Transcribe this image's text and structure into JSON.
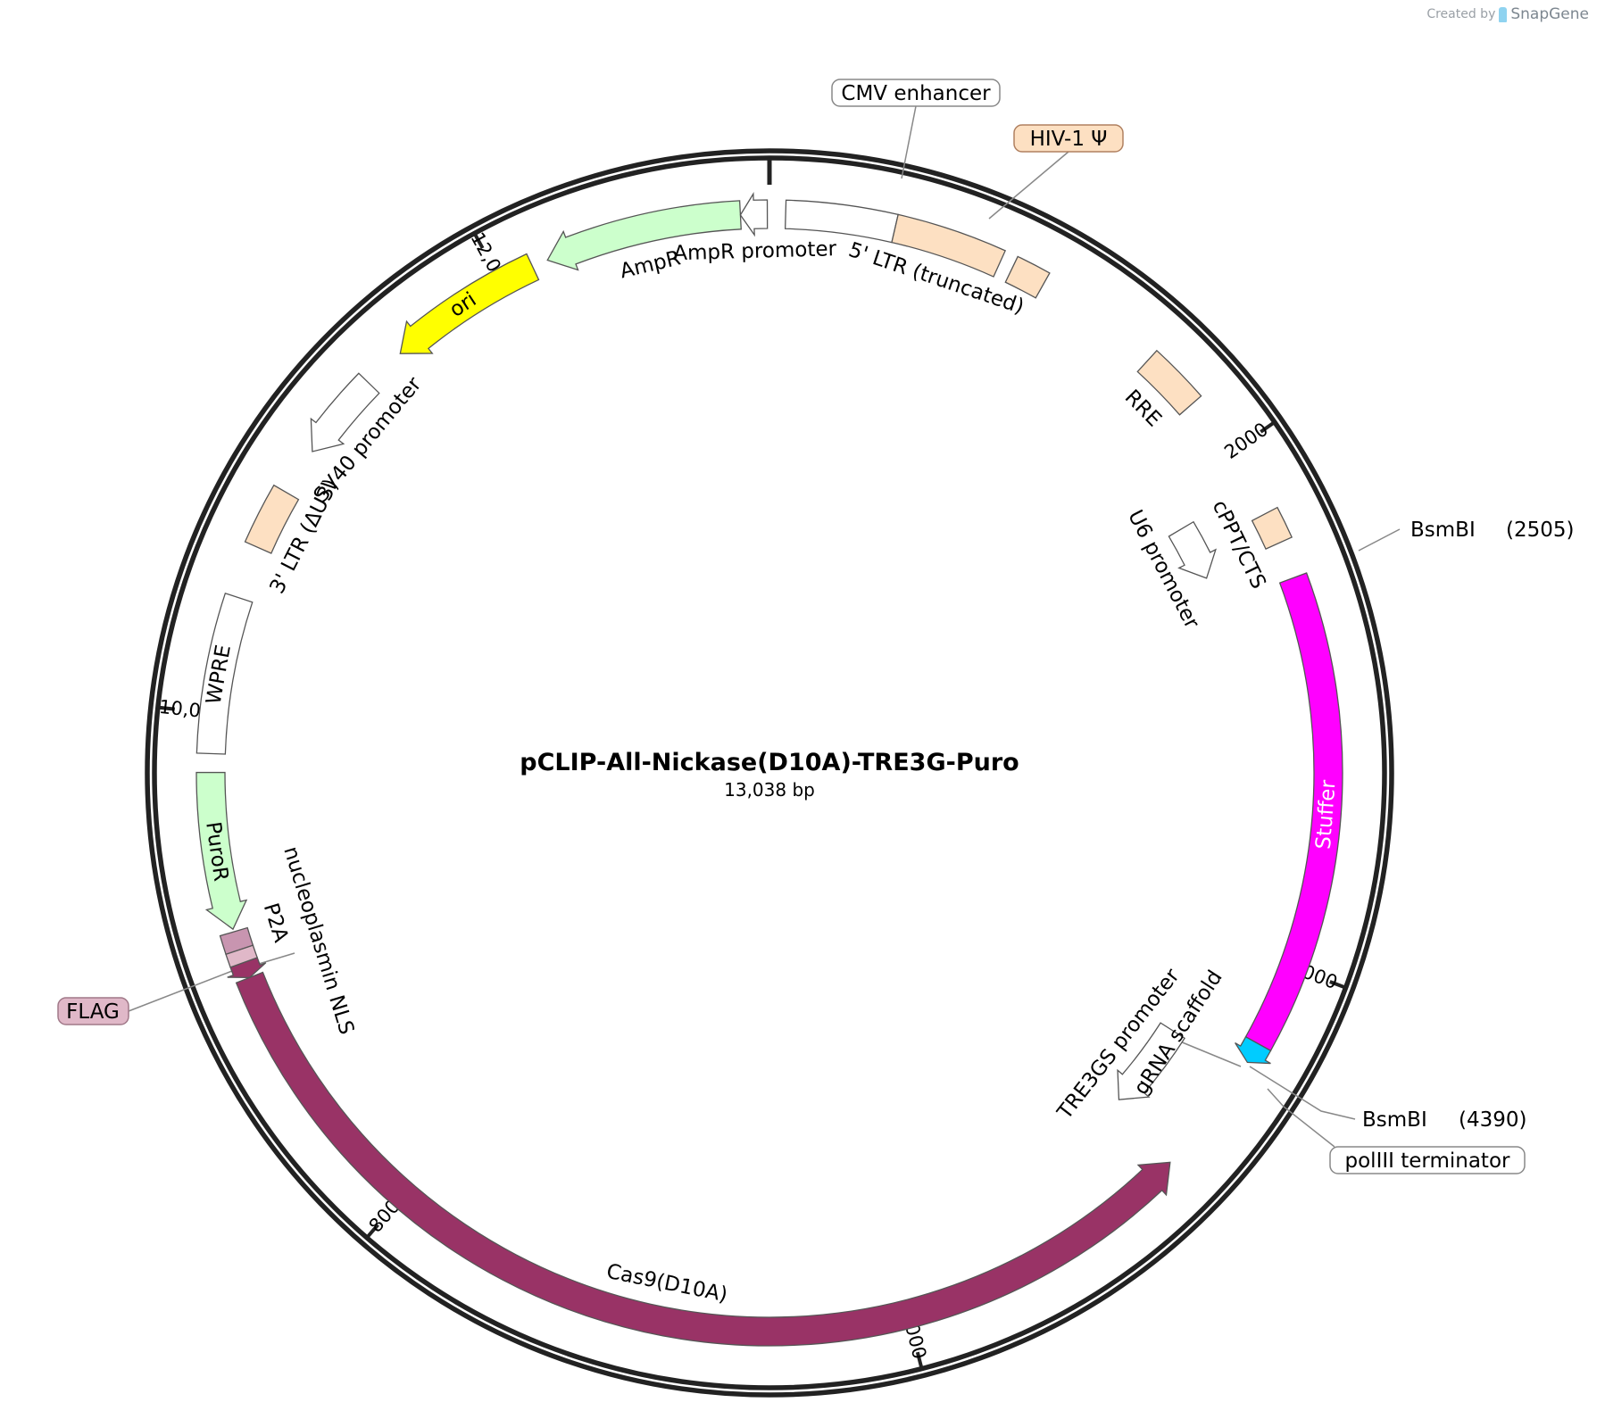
{
  "credit": {
    "prefix": "Created by",
    "brand": "SnapGene"
  },
  "plasmid": {
    "name": "pCLIP-All-Nickase(D10A)-TRE3G-Puro",
    "size_label": "13,038 bp",
    "length_bp": 13038
  },
  "colors": {
    "backbone": "#222222",
    "ltr_feature": "#fde0c2",
    "promoter": "#ffffff",
    "ampr": "#ccffcc",
    "ori": "#ffff00",
    "stuffer": "#ff00ff",
    "gRNA": "#00ccff",
    "cas9": "#993366",
    "nls": "#993366",
    "p2a": "#c895b0",
    "puror": "#ccffcc",
    "flag_tag": "#e0b8c8"
  },
  "ticks": [
    {
      "bp": 2000,
      "label": "2000"
    },
    {
      "bp": 4000,
      "label": "4000"
    },
    {
      "bp": 6000,
      "label": "6000"
    },
    {
      "bp": 8000,
      "label": "8000"
    },
    {
      "bp": 10000,
      "label": "10,000"
    },
    {
      "bp": 12000,
      "label": "12,000"
    }
  ],
  "features": [
    {
      "name": "cmv-enhancer",
      "start": 60,
      "end": 470,
      "dir": 0,
      "color": "#ffffff"
    },
    {
      "name": "5-ltr-truncated",
      "start": 470,
      "end": 880,
      "dir": 0,
      "color": "#fde0c2",
      "label": "5' LTR (truncated)"
    },
    {
      "name": "hiv-1-psi",
      "start": 930,
      "end": 1060,
      "dir": 0,
      "color": "#fde0c2"
    },
    {
      "name": "rre",
      "start": 1540,
      "end": 1770,
      "dir": 0,
      "color": "#fde0c2",
      "label": "RRE"
    },
    {
      "name": "cppt-cts",
      "start": 2260,
      "end": 2380,
      "dir": 0,
      "color": "#fde0c2",
      "label": "cPPT/CTS"
    },
    {
      "name": "u6-promoter",
      "start": 2150,
      "end": 2390,
      "dir": 1,
      "color": "#ffffff",
      "label": "U6 promoter",
      "inner": true
    },
    {
      "name": "stuffer",
      "start": 2520,
      "end": 4310,
      "dir": 0,
      "color": "#ff00ff",
      "label": "Stuffer",
      "labelInside": true,
      "labelColor": "#ffffff"
    },
    {
      "name": "grna-scaffold",
      "start": 4310,
      "end": 4390,
      "dir": 1,
      "color": "#00ccff"
    },
    {
      "name": "tre3gs-promoter",
      "start": 4440,
      "end": 4820,
      "dir": 1,
      "color": "#ffffff",
      "label": "TRE3GS promoter",
      "inner": true
    },
    {
      "name": "cas9-d10a",
      "start": 4860,
      "end": 9000,
      "dir": -1,
      "color": "#993366",
      "label": "Cas9(D10A)"
    },
    {
      "name": "nucleoplasmin-nls",
      "start": 9000,
      "end": 9060,
      "dir": -1,
      "color": "#993366"
    },
    {
      "name": "flag",
      "start": 9060,
      "end": 9110,
      "dir": 0,
      "color": "#e0b8c8"
    },
    {
      "name": "p2a",
      "start": 9110,
      "end": 9180,
      "dir": 0,
      "color": "#c895b0"
    },
    {
      "name": "puror",
      "start": 9190,
      "end": 9780,
      "dir": -1,
      "color": "#ccffcc",
      "label": "PuroR",
      "labelInside": true
    },
    {
      "name": "wpre",
      "start": 9850,
      "end": 10440,
      "dir": 0,
      "color": "#ffffff",
      "label": "WPRE",
      "labelInside": true
    },
    {
      "name": "3-ltr-du3",
      "start": 10640,
      "end": 10870,
      "dir": 0,
      "color": "#fde0c2",
      "label": "3' LTR (ΔU3)"
    },
    {
      "name": "sv40-promoter",
      "start": 11050,
      "end": 11380,
      "dir": -1,
      "color": "#ffffff",
      "label": "SV40 promoter"
    },
    {
      "name": "ori",
      "start": 11540,
      "end": 12130,
      "dir": -1,
      "color": "#ffff00",
      "label": "ori",
      "labelInside": true
    },
    {
      "name": "ampr",
      "start": 12190,
      "end": 12930,
      "dir": -1,
      "color": "#ccffcc",
      "label": "AmpR"
    },
    {
      "name": "ampr-promoter",
      "start": 12930,
      "end": 13030,
      "dir": -1,
      "color": "#ffffff",
      "label": "AmpR promoter"
    }
  ],
  "callouts": [
    {
      "name": "cmv-enhancer",
      "text": "CMV enhancer",
      "bg": "#ffffff",
      "border": "#888888"
    },
    {
      "name": "hiv-1-psi",
      "text": "HIV-1 Ψ",
      "bg": "#fde0c2",
      "border": "#b08060"
    },
    {
      "name": "flag",
      "text": "FLAG",
      "bg": "#e0b8c8",
      "border": "#a07888"
    },
    {
      "name": "poliii-terminator",
      "text": "polIII terminator",
      "bg": "#ffffff",
      "border": "#888888"
    }
  ],
  "rotated_labels": [
    {
      "name": "grna-scaffold",
      "text": "gRNA scaffold"
    },
    {
      "name": "nucleoplasmin-nls",
      "text": "nucleoplasmin NLS"
    },
    {
      "name": "p2a",
      "text": "P2A"
    }
  ],
  "sites": [
    {
      "name": "bsmbi-2505",
      "enzyme": "BsmBI",
      "pos": "(2505)"
    },
    {
      "name": "bsmbi-4390",
      "enzyme": "BsmBI",
      "pos": "(4390)"
    }
  ]
}
